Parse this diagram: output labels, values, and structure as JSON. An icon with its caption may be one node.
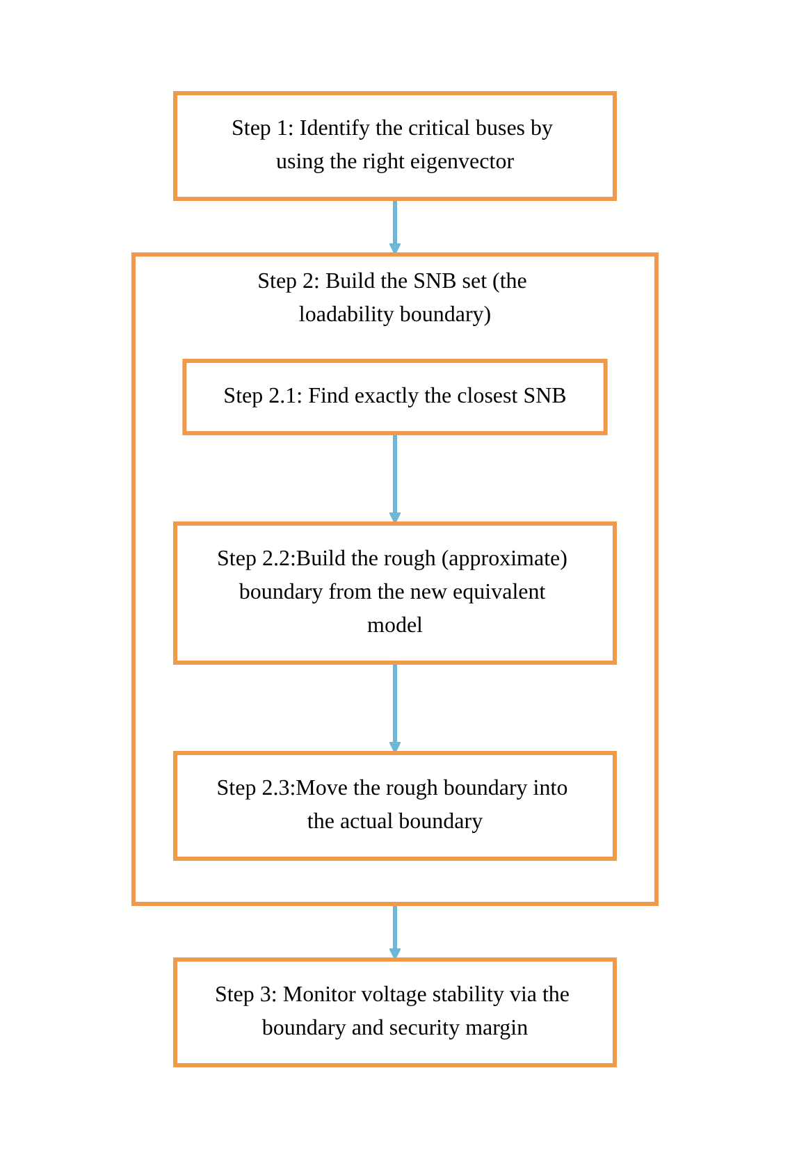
{
  "diagram": {
    "nodes": [
      {
        "text": [
          "Step 1: Identify the critical buses by using the right eigenvector"
        ]
      },
      {
        "text": [
          "Step 2: Build the SNB set (the loadability boundary)"
        ]
      },
      {
        "text": [
          "Step 2.1: Find exactly the closest SNB"
        ],
        "in": 1
      },
      {
        "text": [
          "Step 2.2:Build the rough (approximate) boundary from the new equivalent model"
        ],
        "in": 1
      },
      {
        "text": [
          "Step 2.3:Move the rough boundary into the actual boundary"
        ],
        "in": 1
      },
      {
        "text": [
          "Step 3: Monitor voltage stability via the boundary and security margin"
        ]
      }
    ],
    "edges": [
      {
        "from": 0,
        "to": 1,
        "arrow": "to"
      },
      {
        "from": 2,
        "to": 3,
        "arrow": "to"
      },
      {
        "from": 3,
        "to": 4,
        "arrow": "to"
      },
      {
        "from": 1,
        "to": 5,
        "arrow": "to"
      }
    ]
  }
}
